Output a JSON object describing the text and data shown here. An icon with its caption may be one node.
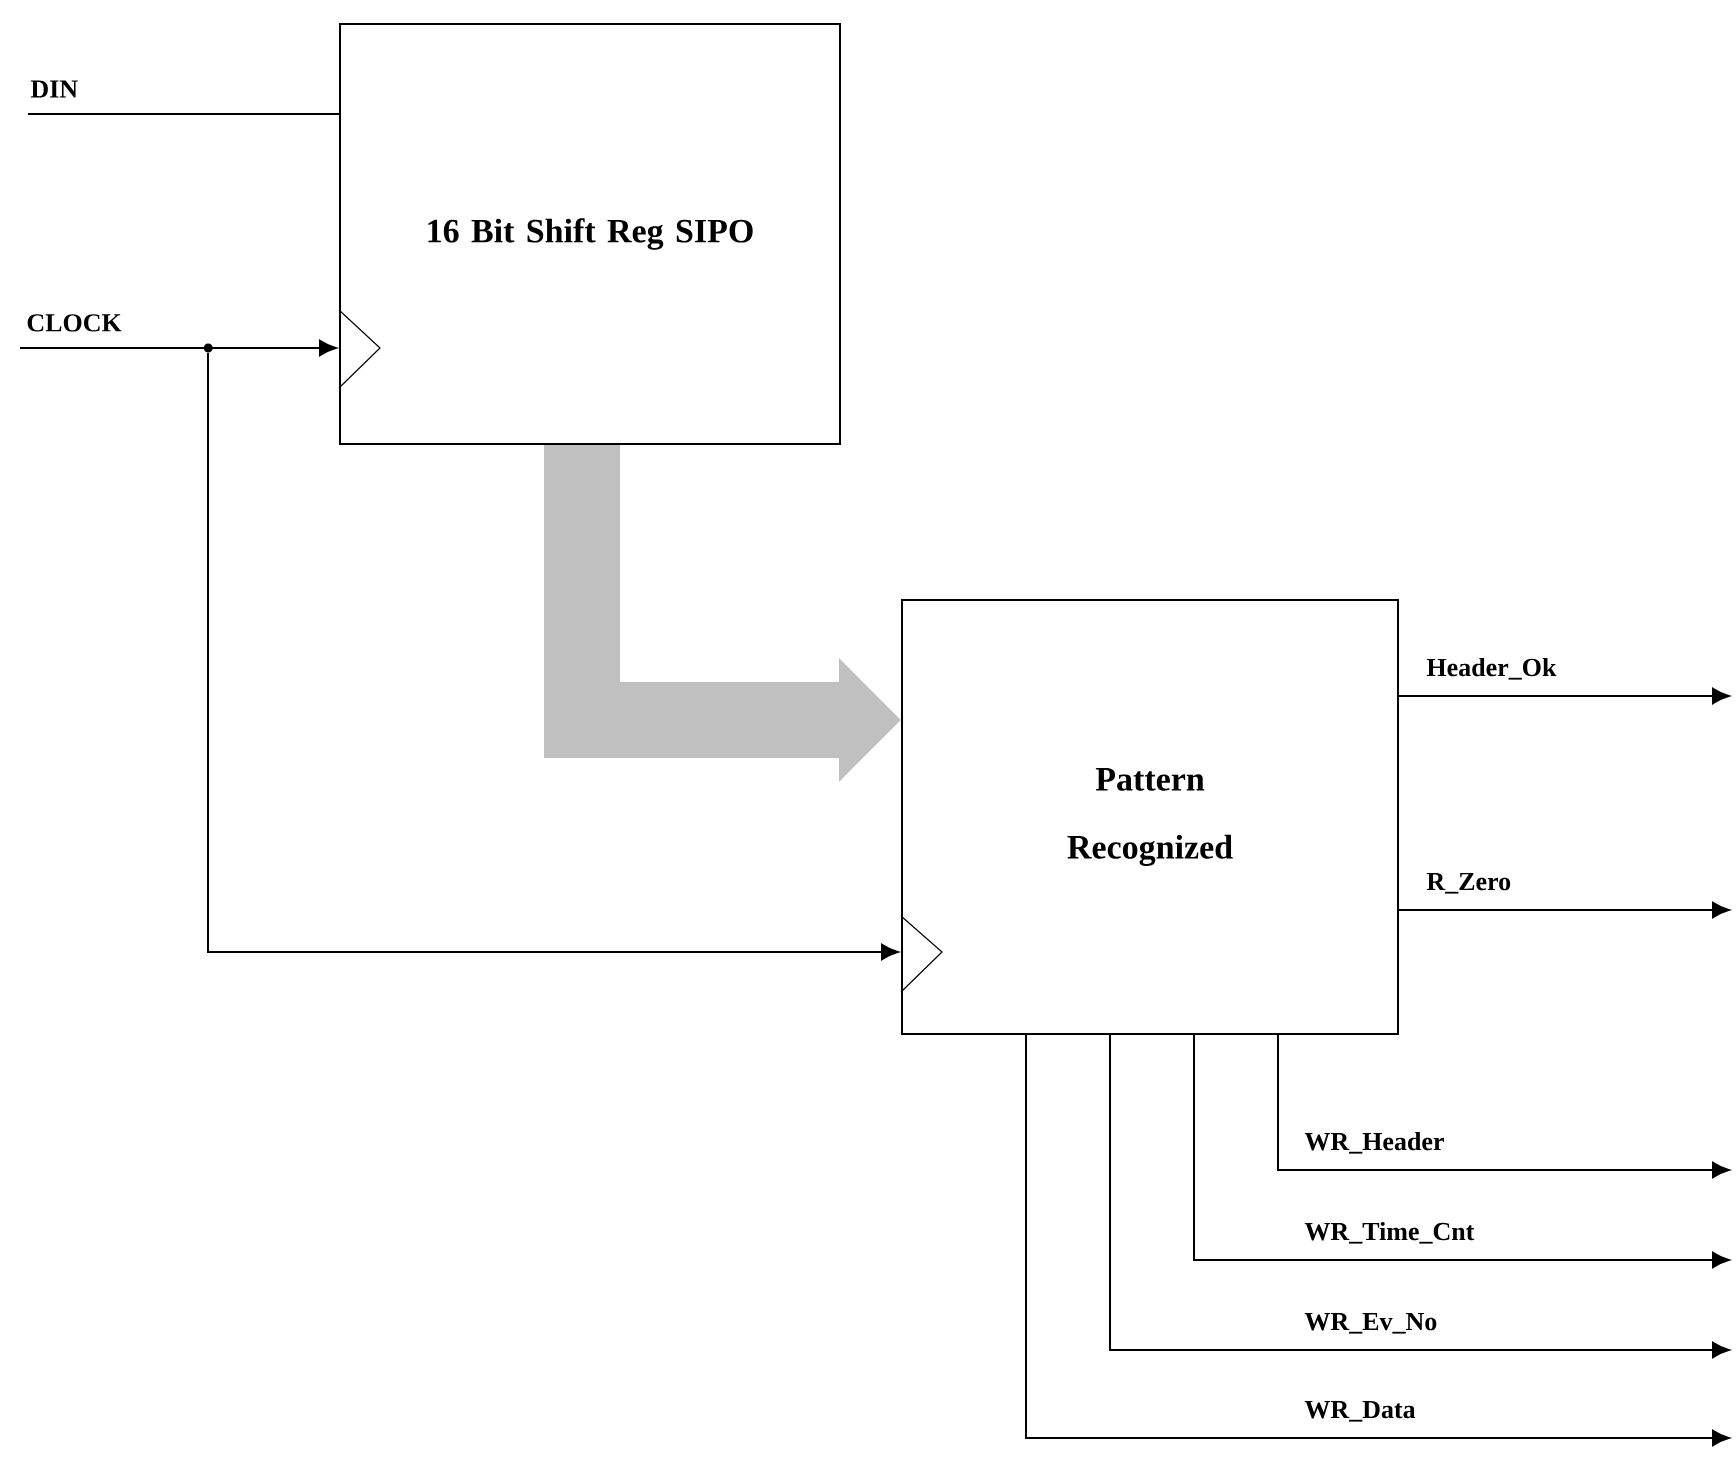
{
  "diagram": {
    "nodes": [
      {
        "text": [
          "16 Bit Shift Reg SIPO"
        ]
      },
      {
        "text": [
          "Pattern Recognized"
        ]
      }
    ],
    "edges": [
      {
        "from": null,
        "to": 0,
        "arrow": "none",
        "label": "DIN"
      },
      {
        "from": null,
        "to": 0,
        "arrow": "to",
        "label": "CLOCK"
      },
      {
        "from": null,
        "to": 1,
        "arrow": "to"
      },
      {
        "from": 0,
        "to": 1,
        "arrow": "to",
        "style": "thick",
        "color": "#c0c0c0"
      },
      {
        "from": 1,
        "to": null,
        "arrow": "to",
        "label": "Header_Ok"
      },
      {
        "from": 1,
        "to": null,
        "arrow": "to",
        "label": "R_Zero"
      },
      {
        "from": 1,
        "to": null,
        "arrow": "to",
        "label": "WR_Header"
      },
      {
        "from": 1,
        "to": null,
        "arrow": "to",
        "label": "WR_Time_Cnt"
      },
      {
        "from": 1,
        "to": null,
        "arrow": "to",
        "label": "WR_Ev_No"
      },
      {
        "from": 1,
        "to": null,
        "arrow": "to",
        "label": "WR_Data"
      }
    ]
  }
}
